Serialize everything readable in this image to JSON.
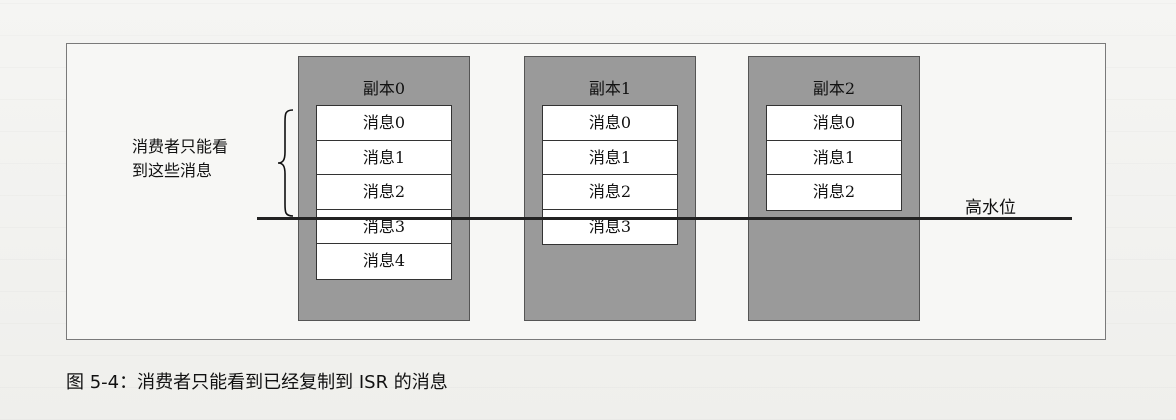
{
  "diagram": {
    "consumer_note": [
      "消费者只能看",
      "到这些消息"
    ],
    "high_watermark_label": "高水位",
    "replicas": [
      {
        "title": "副本0",
        "messages": [
          "消息0",
          "消息1",
          "消息2",
          "消息3",
          "消息4"
        ]
      },
      {
        "title": "副本1",
        "messages": [
          "消息0",
          "消息1",
          "消息2",
          "消息3"
        ]
      },
      {
        "title": "副本2",
        "messages": [
          "消息0",
          "消息1",
          "消息2"
        ]
      }
    ]
  },
  "caption": "图 5-4：消费者只能看到已经复制到 ISR 的消息",
  "colors": {
    "replica_fill": "#9a9a9a",
    "message_fill": "#ffffff",
    "line": "#222222"
  }
}
